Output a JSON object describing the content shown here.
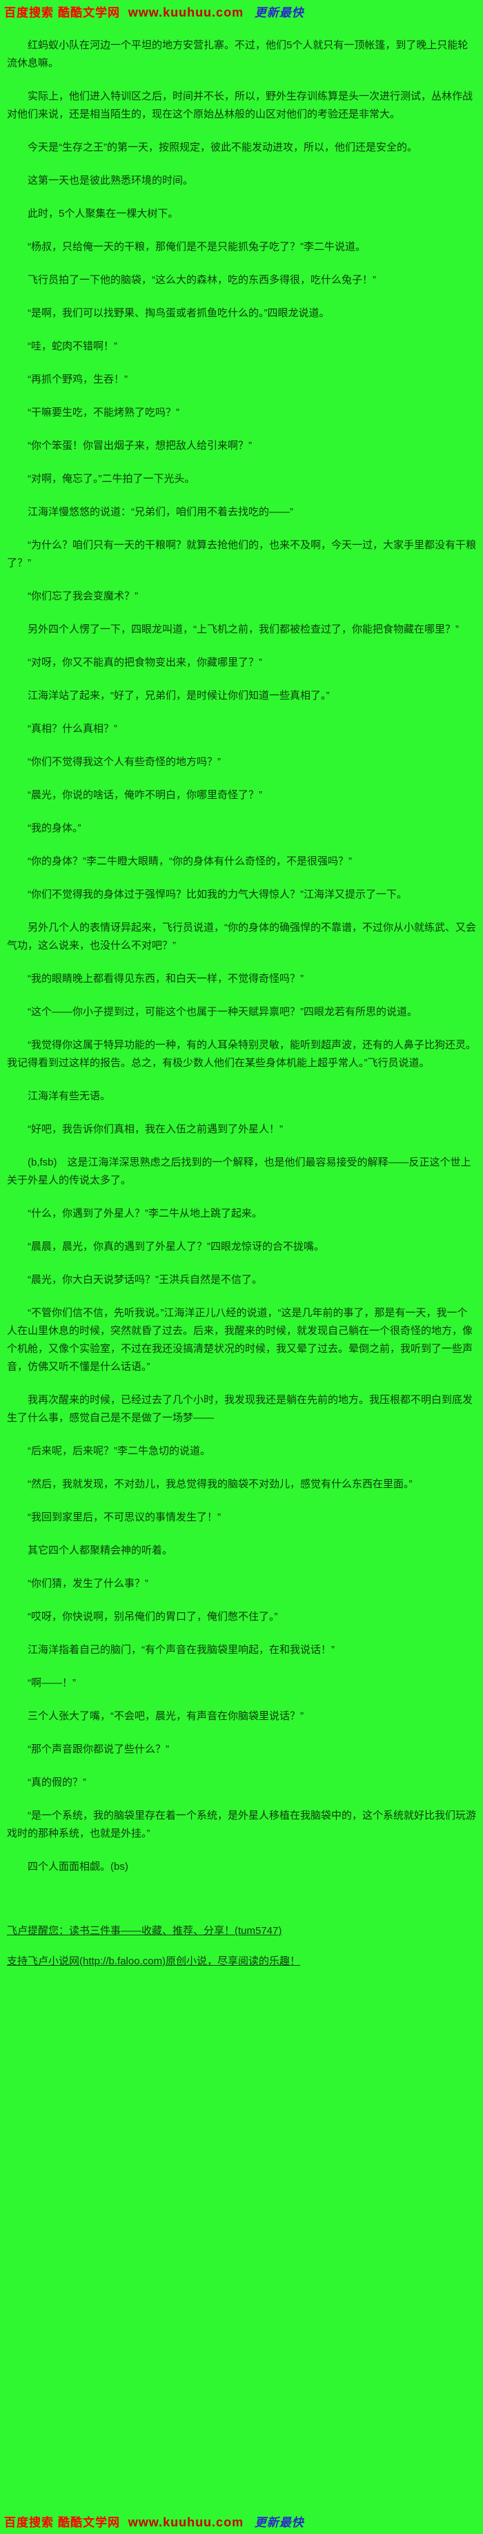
{
  "colors": {
    "bg": "#30f830",
    "text": "#0d3b0d",
    "banner_red": "#ff0000",
    "banner_url": "#cc0000",
    "banner_blue": "#2a2ac8"
  },
  "banner": {
    "search_prefix": "百度搜索",
    "site_name": "酷酷文学网",
    "url": "www.kuuhuu.com",
    "tagline": "更新最快"
  },
  "paragraphs": [
    "红蚂蚁小队在河边一个平坦的地方安营扎寨。不过，他们5个人就只有一顶帐篷，到了晚上只能轮流休息嘛。",
    "实际上，他们进入特训区之后，时间并不长，所以，野外生存训练算是头一次进行测试，丛林作战对他们来说，还是相当陌生的，现在这个原始丛林般的山区对他们的考验还是非常大。",
    "今天是“生存之王”的第一天，按照规定，彼此不能发动进攻，所以，他们还是安全的。",
    "这第一天也是彼此熟悉环境的时间。",
    "此时，5个人聚集在一棵大树下。",
    "“杨叔，只给俺一天的干粮，那俺们是不是只能抓兔子吃了？”李二牛说道。",
    "飞行员拍了一下他的脑袋，“这么大的森林，吃的东西多得很，吃什么兔子！”",
    "“是啊，我们可以找野果、掏鸟蛋或者抓鱼吃什么的。”四眼龙说道。",
    "“哇，蛇肉不错啊！”",
    "“再抓个野鸡，生吞！”",
    "“干嘛要生吃，不能烤熟了吃吗？”",
    "“你个笨蛋！你冒出烟子来，想把敌人给引来啊？”",
    "“对啊，俺忘了。”二牛拍了一下光头。",
    "江海洋慢悠悠的说道：“兄弟们，咱们用不着去找吃的——”",
    "“为什么？咱们只有一天的干粮啊？就算去抢他们的，也来不及啊，今天一过，大家手里都没有干粮了？”",
    "“你们忘了我会变魔术？”",
    "另外四个人愣了一下，四眼龙叫道，“上飞机之前，我们都被检查过了，你能把食物藏在哪里？”",
    "“对呀，你又不能真的把食物变出来，你藏哪里了？”",
    "江海洋站了起来，“好了，兄弟们，是时候让你们知道一些真相了。”",
    "“真相？什么真相？”",
    "“你们不觉得我这个人有些奇怪的地方吗？”",
    "“晨光，你说的啥话，俺咋不明白，你哪里奇怪了？”",
    "“我的身体。”",
    "“你的身体？”李二牛瞪大眼睛，“你的身体有什么奇怪的，不是很强吗？”",
    "“你们不觉得我的身体过于强悍吗？比如我的力气大得惊人？”江海洋又提示了一下。",
    "另外几个人的表情讶异起来，飞行员说道，“你的身体的确强悍的不靠谱，不过你从小就练武、又会气功，这么说来，也没什么不对吧？”",
    "“我的眼睛晚上都看得见东西，和白天一样，不觉得奇怪吗？”",
    "“这个——你小子提到过，可能这个也属于一种天赋异禀吧？”四眼龙若有所思的说道。",
    "“我觉得你这属于特异功能的一种，有的人耳朵特别灵敏，能听到超声波，还有的人鼻子比狗还灵。我记得看到过这样的报告。总之，有极少数人他们在某些身体机能上超乎常人。”飞行员说道。",
    "江海洋有些无语。",
    "“好吧，我告诉你们真相，我在入伍之前遇到了外星人！”",
    "(b,fsb)　这是江海洋深思熟虑之后找到的一个解释，也是他们最容易接受的解释——反正这个世上关于外星人的传说太多了。",
    "“什么，你遇到了外星人？”李二牛从地上跳了起来。",
    "“晨晨，晨光，你真的遇到了外星人了？”四眼龙惊讶的合不拢嘴。",
    "“晨光，你大白天说梦话吗？”王洪兵自然是不信了。",
    "“不管你们信不信，先听我说。”江海洋正儿八经的说道，“这是几年前的事了，那是有一天，我一个人在山里休息的时候，突然就昏了过去。后来，我醒来的时候，就发现自己躺在一个很奇怪的地方，像个机舱，又像个实验室，不过在我还没搞清楚状况的时候，我又晕了过去。晕倒之前，我听到了一些声音，仿佛又听不懂是什么话语。”",
    "我再次醒来的时候，已经过去了几个小时，我发现我还是躺在先前的地方。我压根都不明白到底发生了什么事，感觉自己是不是做了一场梦——",
    "“后来呢，后来呢？”李二牛急切的说道。",
    "“然后，我就发现，不对劲儿，我总觉得我的脑袋不对劲儿，感觉有什么东西在里面。”",
    "“我回到家里后，不可思议的事情发生了！”",
    "其它四个人都聚精会神的听着。",
    "“你们猜，发生了什么事？”",
    "“哎呀，你快说啊，别吊俺们的胃口了，俺们憋不住了。”",
    "江海洋指着自己的脑门，“有个声音在我脑袋里响起，在和我说话！”",
    "“啊——！”",
    "三个人张大了嘴，“不会吧，晨光，有声音在你脑袋里说话？”",
    "“那个声音跟你都说了些什么？”",
    "“真的假的？”",
    "“是一个系统，我的脑袋里存在着一个系统，是外星人移植在我脑袋中的，这个系统就好比我们玩游戏时的那种系统，也就是外挂。”",
    "四个人面面相觑。(bs)"
  ],
  "notices": {
    "tip": "飞卢提醒您：读书三件事——收藏、推荐、分享！(tum5747)",
    "support": "支持飞卢小说网(http://b.faloo.com)原创小说，尽享阅读的乐趣！"
  }
}
